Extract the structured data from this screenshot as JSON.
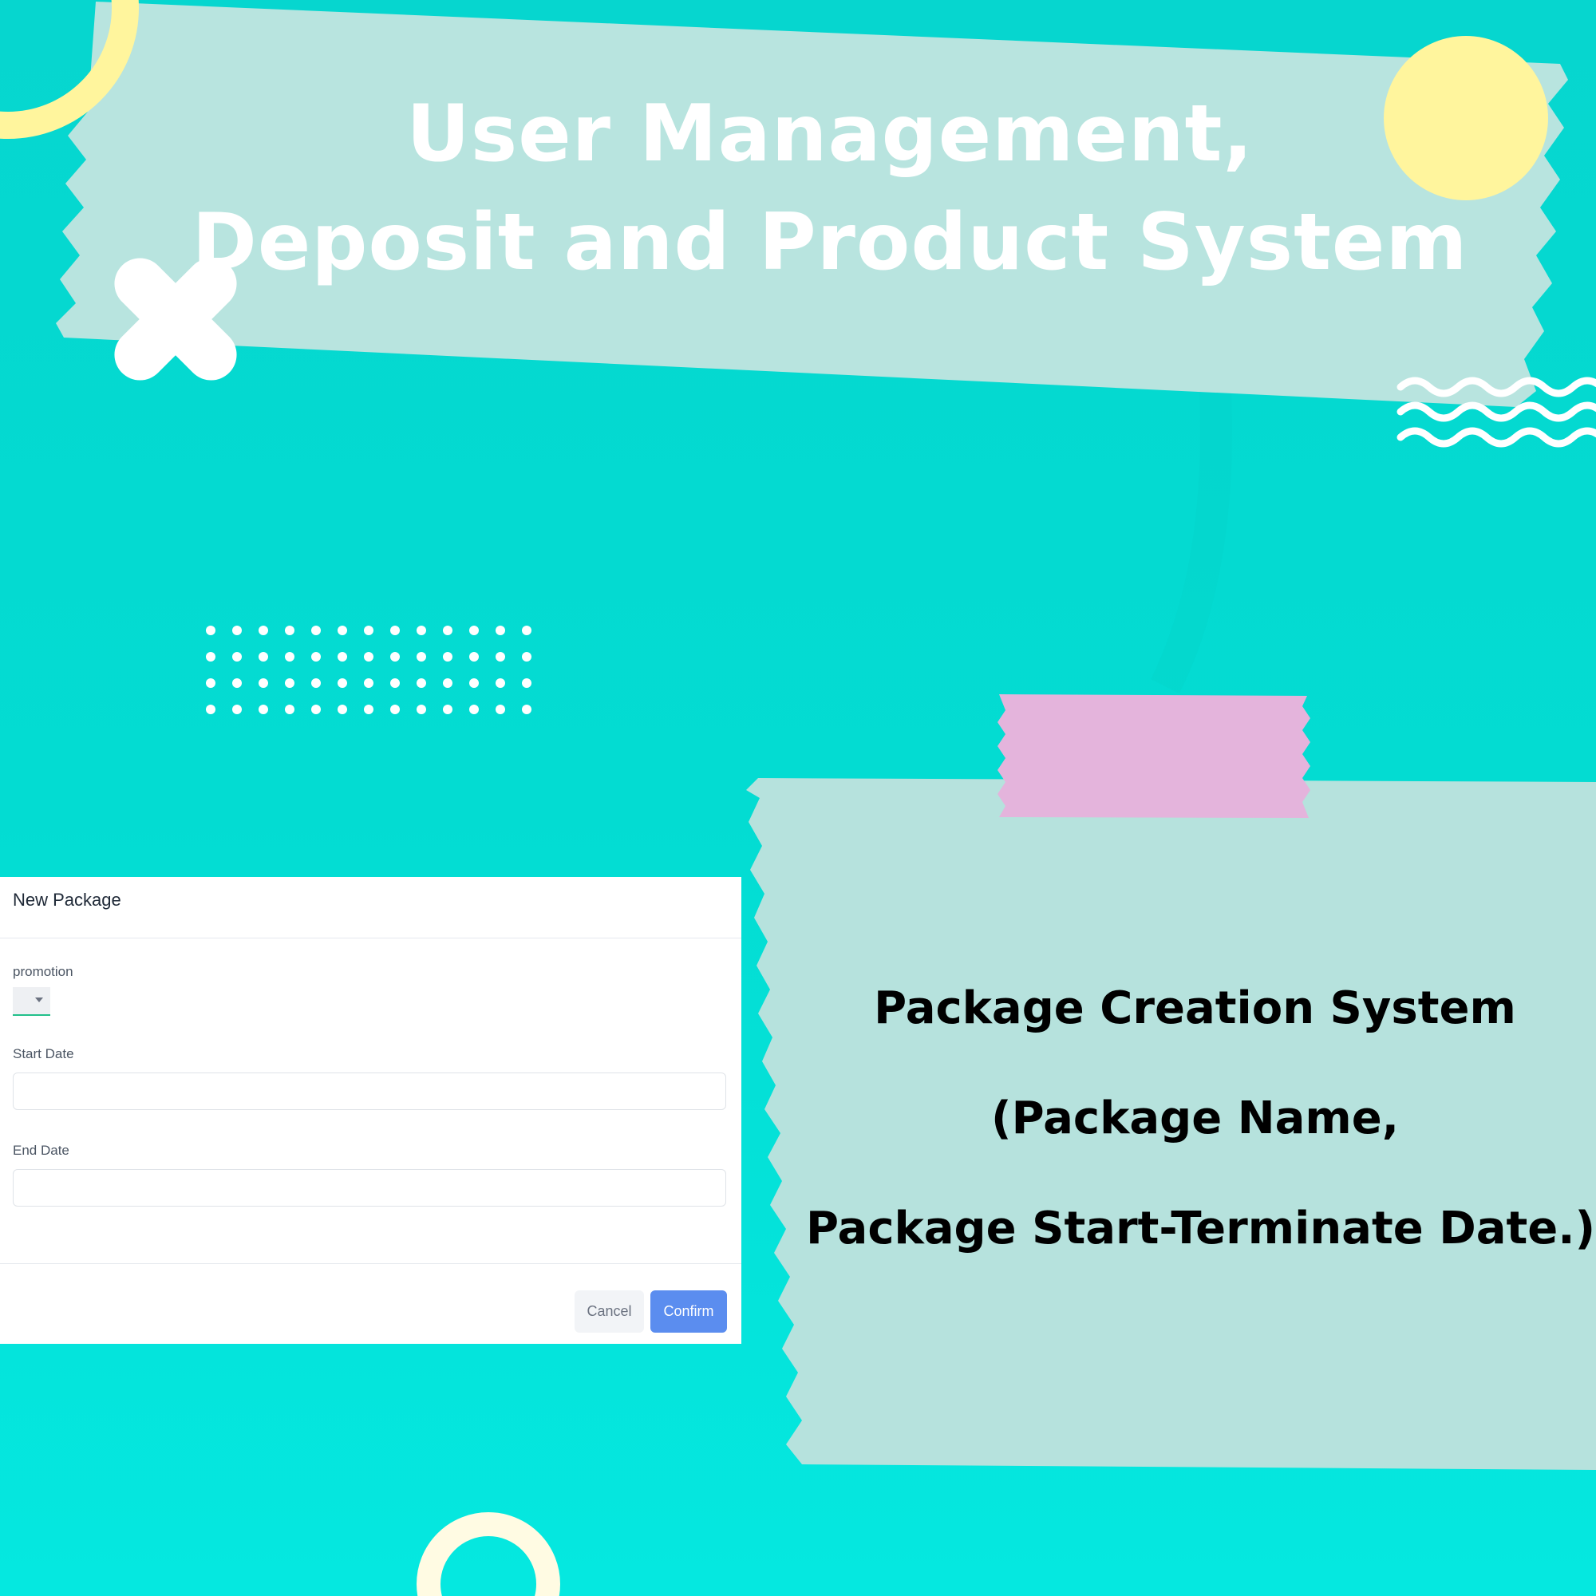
{
  "banner": {
    "title_line1": "User Management,",
    "title_line2": "Deposit and Product System"
  },
  "dialog": {
    "title": "New Package",
    "fields": {
      "promotion_label": "promotion",
      "promotion_value": "",
      "start_date_label": "Start Date",
      "start_date_value": "",
      "end_date_label": "End Date",
      "end_date_value": ""
    },
    "buttons": {
      "cancel": "Cancel",
      "confirm": "Confirm"
    }
  },
  "note": {
    "line1": "Package Creation System",
    "line2": "(Package Name,",
    "line3": "Package Start-Terminate Date.)"
  },
  "colors": {
    "background": "#03dcd2",
    "tape": "#b4e3df",
    "yellow_accent": "#fff59d",
    "pink_tape": "#e4b4dc",
    "confirm_button": "#5b8def",
    "select_underline": "#22c08a"
  },
  "icons": {
    "select_caret": "caret-down-icon",
    "decorations": [
      "yellow-ring-icon",
      "yellow-circle-icon",
      "white-cross-icon",
      "white-wave-icon",
      "dot-grid-icon",
      "cream-ring-icon"
    ]
  }
}
